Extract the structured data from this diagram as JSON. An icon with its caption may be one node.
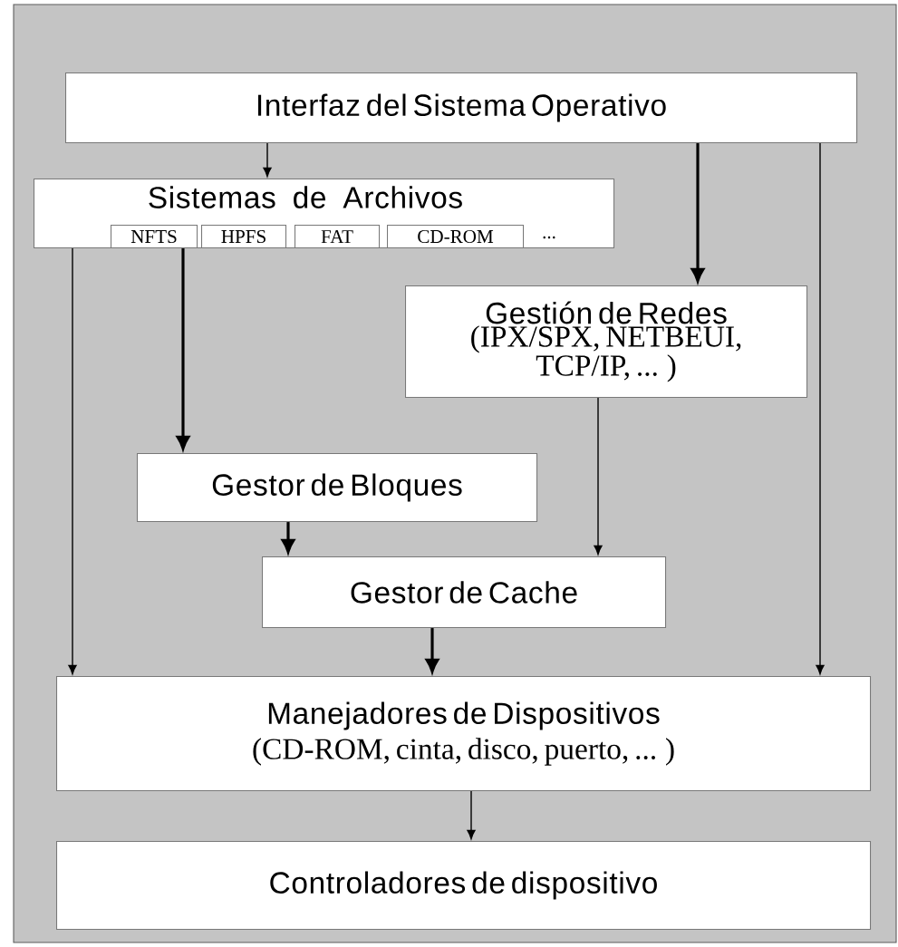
{
  "diagram": {
    "nodes": [
      {
        "text": [
          "Interfaz del Sistema Operativo"
        ]
      },
      {
        "text": [
          "Sistemas de Archivos",
          "..."
        ]
      },
      {
        "text": [
          "NFTS"
        ],
        "in": 1
      },
      {
        "text": [
          "HPFS"
        ],
        "in": 1
      },
      {
        "text": [
          "FAT"
        ],
        "in": 1
      },
      {
        "text": [
          "CD-ROM"
        ],
        "in": 1
      },
      {
        "text": [
          "Gestión de Redes",
          "(IPX/SPX, NETBEUI, TCP/IP, ... )"
        ]
      },
      {
        "text": [
          "Gestor de Bloques"
        ]
      },
      {
        "text": [
          "Gestor de Cache"
        ]
      },
      {
        "text": [
          "Manejadores de Dispositivos",
          "(CD-ROM, cinta, disco, puerto, ... )"
        ]
      },
      {
        "text": [
          "Controladores de dispositivo"
        ]
      }
    ],
    "edges": [
      {
        "from": 0,
        "to": 1,
        "arrow": "to"
      },
      {
        "from": 0,
        "to": 6,
        "arrow": "to",
        "style": "thick"
      },
      {
        "from": 0,
        "to": 9,
        "arrow": "to"
      },
      {
        "from": 1,
        "to": 9,
        "arrow": "to"
      },
      {
        "from": 2,
        "to": 7,
        "arrow": "to",
        "style": "thick"
      },
      {
        "from": 7,
        "to": 8,
        "arrow": "to",
        "style": "thick"
      },
      {
        "from": 6,
        "to": 8,
        "arrow": "to"
      },
      {
        "from": 8,
        "to": 9,
        "arrow": "to",
        "style": "thick"
      },
      {
        "from": 9,
        "to": 10,
        "arrow": "to"
      }
    ]
  }
}
